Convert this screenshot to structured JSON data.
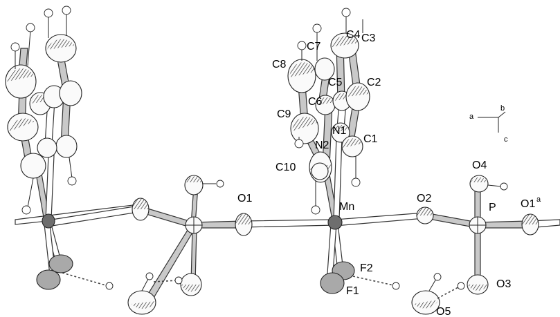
{
  "figure": {
    "atom_labels": {
      "mn": "Mn",
      "n1": "N1",
      "n2": "N2",
      "c1": "C1",
      "c2": "C2",
      "c3": "C3",
      "c4": "C4",
      "c5": "C5",
      "c6": "C6",
      "c7": "C7",
      "c8": "C8",
      "c9": "C9",
      "c10": "C10",
      "o1": "O1",
      "o1a": "O1",
      "o1a_superscript": "a",
      "o2": "O2",
      "o3": "O3",
      "o4": "O4",
      "o5": "O5",
      "p": "P",
      "f1": "F1",
      "f2": "F2"
    },
    "axes_indicator": {
      "a": "a",
      "b": "b",
      "c": "c"
    }
  }
}
